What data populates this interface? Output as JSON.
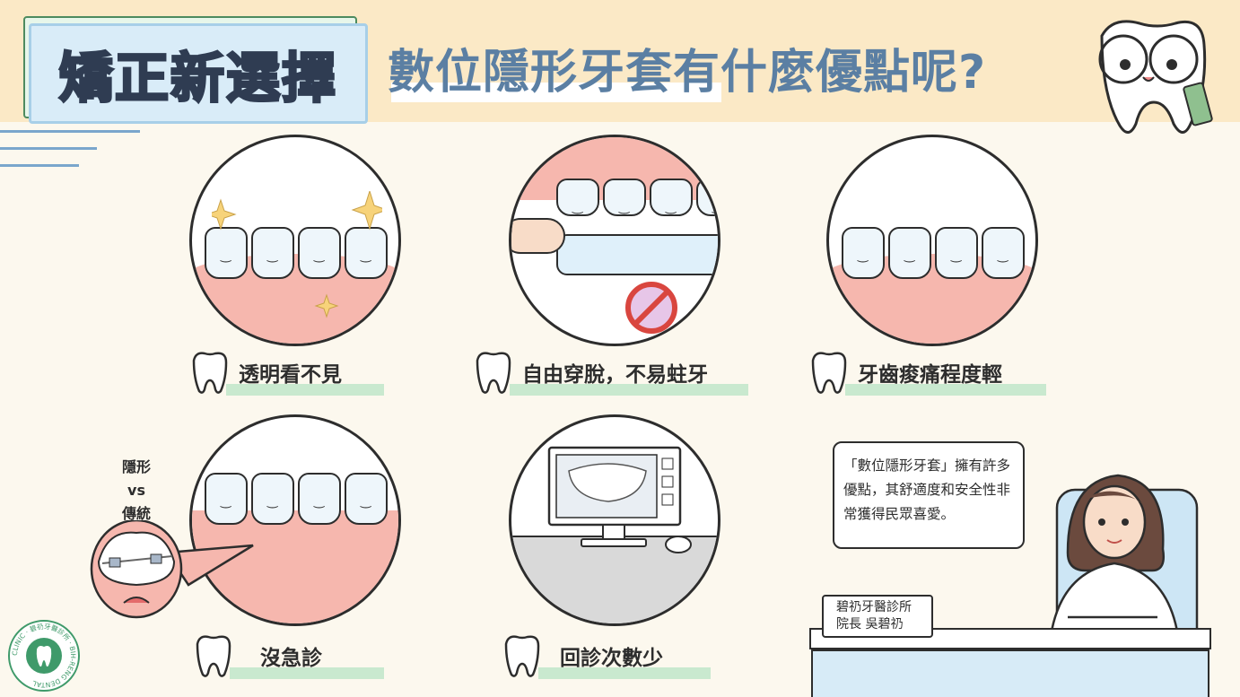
{
  "badge": {
    "text": "矯正新選擇"
  },
  "headline": {
    "text": "數位隱形牙套有什麼優點呢?"
  },
  "features": [
    {
      "label": "透明看不見"
    },
    {
      "label": "自由穿脫，不易蛀牙"
    },
    {
      "label": "牙齒痠痛程度輕"
    },
    {
      "label": "沒急診"
    },
    {
      "label": "回診次數少"
    }
  ],
  "comparison": {
    "line1": "隱形",
    "line2": "vs",
    "line3": "傳統"
  },
  "speech": {
    "text": "「數位隱形牙套」擁有許多優點，其舒適度和安全性非常獲得民眾喜愛。"
  },
  "nameplate": {
    "line1": "碧礽牙醫診所",
    "line2": "院長 吳碧礽"
  },
  "logo": {
    "text": "CLINIC · 碧礽牙醫診所 · BIH-RENG DENTAL"
  },
  "colors": {
    "band": "#fbe9c6",
    "background": "#fcf8ee",
    "headline": "#5b7fa3",
    "gum": "#f6b7ae",
    "underline": "#c9e9cf",
    "brand": "#3f9a6a"
  },
  "icons": [
    "sparkle-icon",
    "tooth-icon",
    "no-candy-icon",
    "monitor-icon",
    "mouse-icon",
    "mascot-tooth-icon",
    "doctor-illustration"
  ]
}
